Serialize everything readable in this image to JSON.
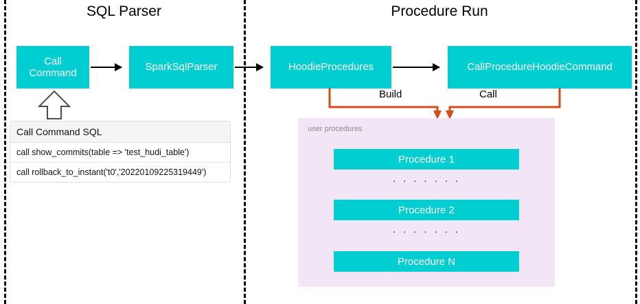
{
  "sections": [
    {
      "key": "sql_parser",
      "title": "SQL Parser"
    },
    {
      "key": "procedure_run",
      "title": "Procedure Run"
    }
  ],
  "nodes": {
    "call_command": "Call\nCommand",
    "spark_sql_parser": "SparkSqlParser",
    "hoodie_procedures": "HoodieProcedures",
    "call_procedure_hoodie_command": "CallProcedureHoodieCommand"
  },
  "edge_labels": {
    "build": "Build",
    "call": "Call"
  },
  "sql_panel": {
    "header": "Call Command SQL",
    "rows": [
      "call show_commits(table => 'test_hudi_table')",
      "call rollback_to_instant('t0','20220109225319449')"
    ]
  },
  "procedures_panel": {
    "caption": "user procedures",
    "items": [
      "Procedure 1",
      "Procedure 2",
      "Procedure N"
    ],
    "separator": "· · · · · · ·"
  },
  "colors": {
    "node_fill": "#00CED1",
    "node_text": "#FFFFFF",
    "panel_fill": "#F2E5F5",
    "connector": "#D64A1A",
    "divider": "#000000",
    "caption_text": "#8A8A8A"
  }
}
